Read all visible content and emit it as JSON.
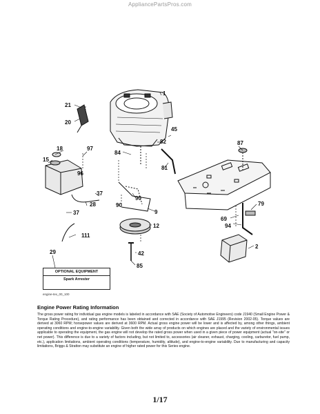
{
  "watermark": "AppliancePartsPros.com",
  "parts": {
    "p1": "1",
    "p2": "2",
    "p9": "9",
    "p12": "12",
    "p15": "15",
    "p18": "18",
    "p20": "20",
    "p21": "21",
    "p28": "28",
    "p29": "29",
    "p37a": "37",
    "p37b": "37",
    "p42": "42",
    "p45": "45",
    "p69": "69",
    "p79": "79",
    "p81": "81",
    "p82": "82",
    "p84": "84",
    "p85": "85",
    "p87": "87",
    "p90a": "90",
    "p90b": "90",
    "p94": "94",
    "p96": "96",
    "p97": "97",
    "p111": "111"
  },
  "optional_box": {
    "title": "OPTIONAL EQUIPMENT",
    "item": "Spark Arrester"
  },
  "figure_id": "engine-tex_00_100",
  "section": {
    "title": "Engine Power Rating Information",
    "body": "The gross power rating for individual gas engine models is labeled in accordance with SAE (Society of Automotive Engineers) code J1940 (Small Engine Power & Torque Rating Procedure), and rating performance has been obtained and corrected in accordance with SAE J1995 (Revision 2002-05). Torque values are derived at 3060 RPM; horsepower values are derived at 3600 RPM. Actual gross engine power will be lower and is affected by, among other things, ambient operating conditions and engine-to-engine variability. Given both the wide array of products on which engines are placed and the variety of environmental issues applicable to operating the equipment, the gas engine will not develop the rated gross power when used in a given piece of power equipment (actual \"on-site\" or net power). This difference is due to a variety of factors including, but not limited to, accessories (air cleaner, exhaust, charging, cooling, carburetor, fuel pump, etc.), application limitations, ambient operating conditions (temperature, humidity, altitude), and engine-to-engine variability. Due to manufacturing and capacity limitations, Briggs & Stratton may substitute an engine of higher rated power for this Series engine."
  },
  "page_number": "1/17"
}
